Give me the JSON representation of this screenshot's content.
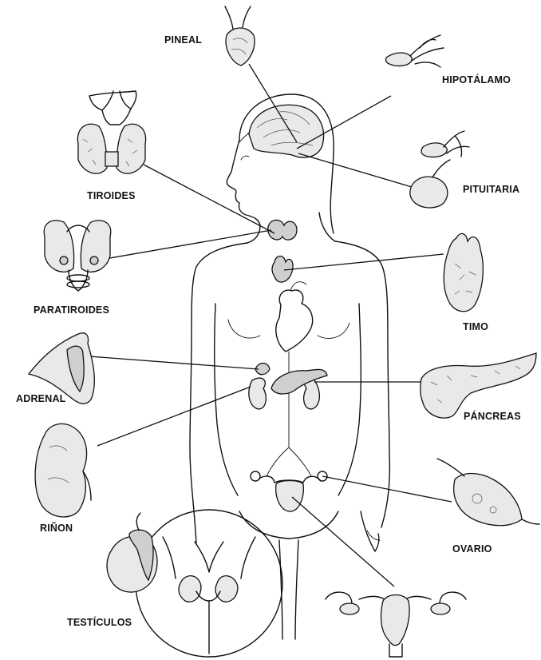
{
  "labels": {
    "pineal": "PINEAL",
    "hipotalamo": "HIPOTÁLAMO",
    "pituitaria": "PITUITARIA",
    "tiroides": "TIROIDES",
    "paratiroides": "PARATIROIDES",
    "timo": "TIMO",
    "adrenal": "ADRENAL",
    "pancreas": "PÁNCREAS",
    "rinon": "RIÑON",
    "ovario": "OVARIO",
    "testiculos": "TESTÍCULOS"
  },
  "colors": {
    "ink": "#111111",
    "background": "#ffffff"
  }
}
